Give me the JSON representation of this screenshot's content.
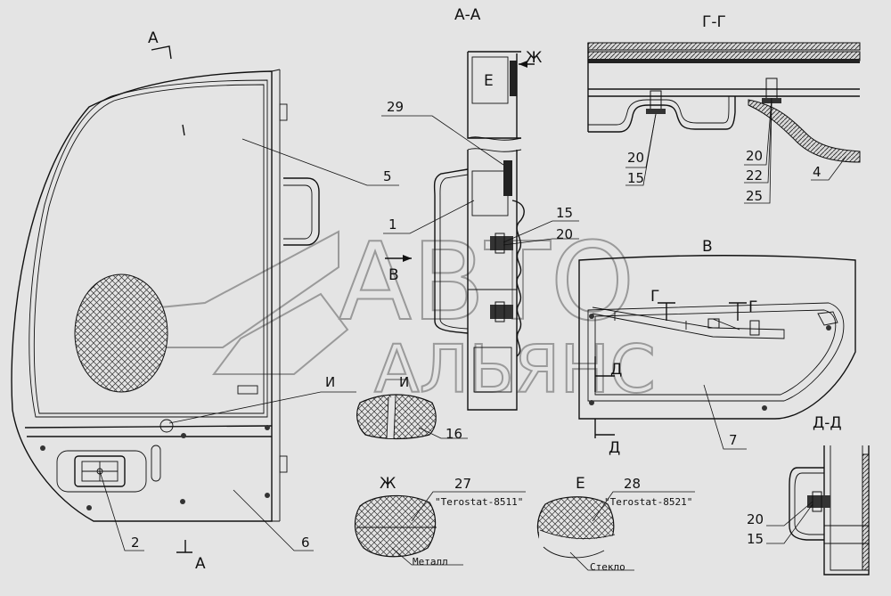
{
  "sections": {
    "aa_title": "А-А",
    "gg_title": "Г-Г",
    "dd_title": "Д-Д",
    "a_top": "А",
    "a_bottom": "А",
    "b_view": "В",
    "b_arrow": "В",
    "g_left": "Г",
    "g_right": "Г",
    "d_left": "Д",
    "d_right": "Д",
    "i_left": "И",
    "i_right": "И",
    "zh_detail": "Ж",
    "zh_section": "Ж",
    "e_detail": "Е",
    "e_section": "Е"
  },
  "callouts": {
    "n1": "1",
    "n2": "2",
    "n4": "4",
    "n5": "5",
    "n6": "6",
    "n7": "7",
    "n15_aa": "15",
    "n20_aa": "20",
    "n29": "29",
    "n20_gg_left": "20",
    "n15_gg_left": "15",
    "n20_gg_right": "20",
    "n22_gg_right": "22",
    "n25_gg_right": "25",
    "n16": "16",
    "n27": "27",
    "n28": "28",
    "n20_dd": "20",
    "n15_dd": "15"
  },
  "notes": {
    "terostat_8511": "\"Terostat-8511\"",
    "terostat_8521": "\"Terostat-8521\"",
    "metal": "Металл",
    "glass": "Стекло"
  },
  "watermark": {
    "line1": "АВТО",
    "line2": "АЛЬЯНС"
  }
}
